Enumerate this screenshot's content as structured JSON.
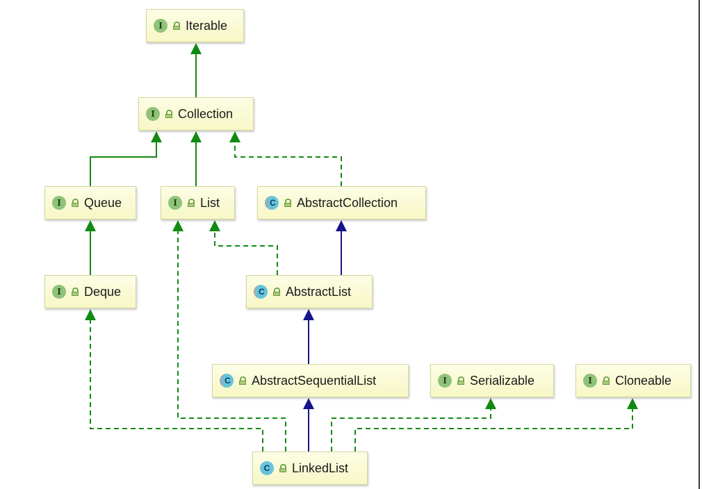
{
  "diagram": {
    "nodes": [
      {
        "id": "iterable",
        "kind": "interface",
        "kind_letter": "I",
        "label": "Iterable",
        "visibility": "public"
      },
      {
        "id": "collection",
        "kind": "interface",
        "kind_letter": "I",
        "label": "Collection",
        "visibility": "public"
      },
      {
        "id": "queue",
        "kind": "interface",
        "kind_letter": "I",
        "label": "Queue",
        "visibility": "public"
      },
      {
        "id": "list",
        "kind": "interface",
        "kind_letter": "I",
        "label": "List",
        "visibility": "public"
      },
      {
        "id": "abstractcollection",
        "kind": "abstract-class",
        "kind_letter": "C",
        "label": "AbstractCollection",
        "visibility": "public"
      },
      {
        "id": "deque",
        "kind": "interface",
        "kind_letter": "I",
        "label": "Deque",
        "visibility": "public"
      },
      {
        "id": "abstractlist",
        "kind": "abstract-class",
        "kind_letter": "C",
        "label": "AbstractList",
        "visibility": "public"
      },
      {
        "id": "abstractsequentiallist",
        "kind": "abstract-class",
        "kind_letter": "C",
        "label": "AbstractSequentialList",
        "visibility": "public"
      },
      {
        "id": "serializable",
        "kind": "interface",
        "kind_letter": "I",
        "label": "Serializable",
        "visibility": "public"
      },
      {
        "id": "cloneable",
        "kind": "interface",
        "kind_letter": "I",
        "label": "Cloneable",
        "visibility": "public"
      },
      {
        "id": "linkedlist",
        "kind": "class",
        "kind_letter": "C",
        "label": "LinkedList",
        "visibility": "public"
      }
    ],
    "edges": [
      {
        "from": "collection",
        "to": "iterable",
        "type": "extends",
        "line": "solid",
        "color": "#118a11"
      },
      {
        "from": "queue",
        "to": "collection",
        "type": "extends",
        "line": "solid",
        "color": "#118a11"
      },
      {
        "from": "list",
        "to": "collection",
        "type": "extends",
        "line": "solid",
        "color": "#118a11"
      },
      {
        "from": "abstractcollection",
        "to": "collection",
        "type": "implements",
        "line": "dashed",
        "color": "#118a11"
      },
      {
        "from": "deque",
        "to": "queue",
        "type": "extends",
        "line": "solid",
        "color": "#118a11"
      },
      {
        "from": "abstractlist",
        "to": "list",
        "type": "implements",
        "line": "dashed",
        "color": "#118a11"
      },
      {
        "from": "abstractlist",
        "to": "abstractcollection",
        "type": "extends",
        "line": "solid",
        "color": "#14148c"
      },
      {
        "from": "abstractsequentiallist",
        "to": "abstractlist",
        "type": "extends",
        "line": "solid",
        "color": "#14148c"
      },
      {
        "from": "linkedlist",
        "to": "abstractsequentiallist",
        "type": "extends",
        "line": "solid",
        "color": "#14148c"
      },
      {
        "from": "linkedlist",
        "to": "deque",
        "type": "implements",
        "line": "dashed",
        "color": "#118a11"
      },
      {
        "from": "linkedlist",
        "to": "list",
        "type": "implements",
        "line": "dashed",
        "color": "#118a11"
      },
      {
        "from": "linkedlist",
        "to": "serializable",
        "type": "implements",
        "line": "dashed",
        "color": "#118a11"
      },
      {
        "from": "linkedlist",
        "to": "cloneable",
        "type": "implements",
        "line": "dashed",
        "color": "#118a11"
      }
    ],
    "colors": {
      "interface_badge": "#8fc379",
      "class_badge": "#66c4dc",
      "node_fill": "#f9f9d2",
      "interface_edge": "#118a11",
      "class_edge": "#14148c"
    }
  }
}
